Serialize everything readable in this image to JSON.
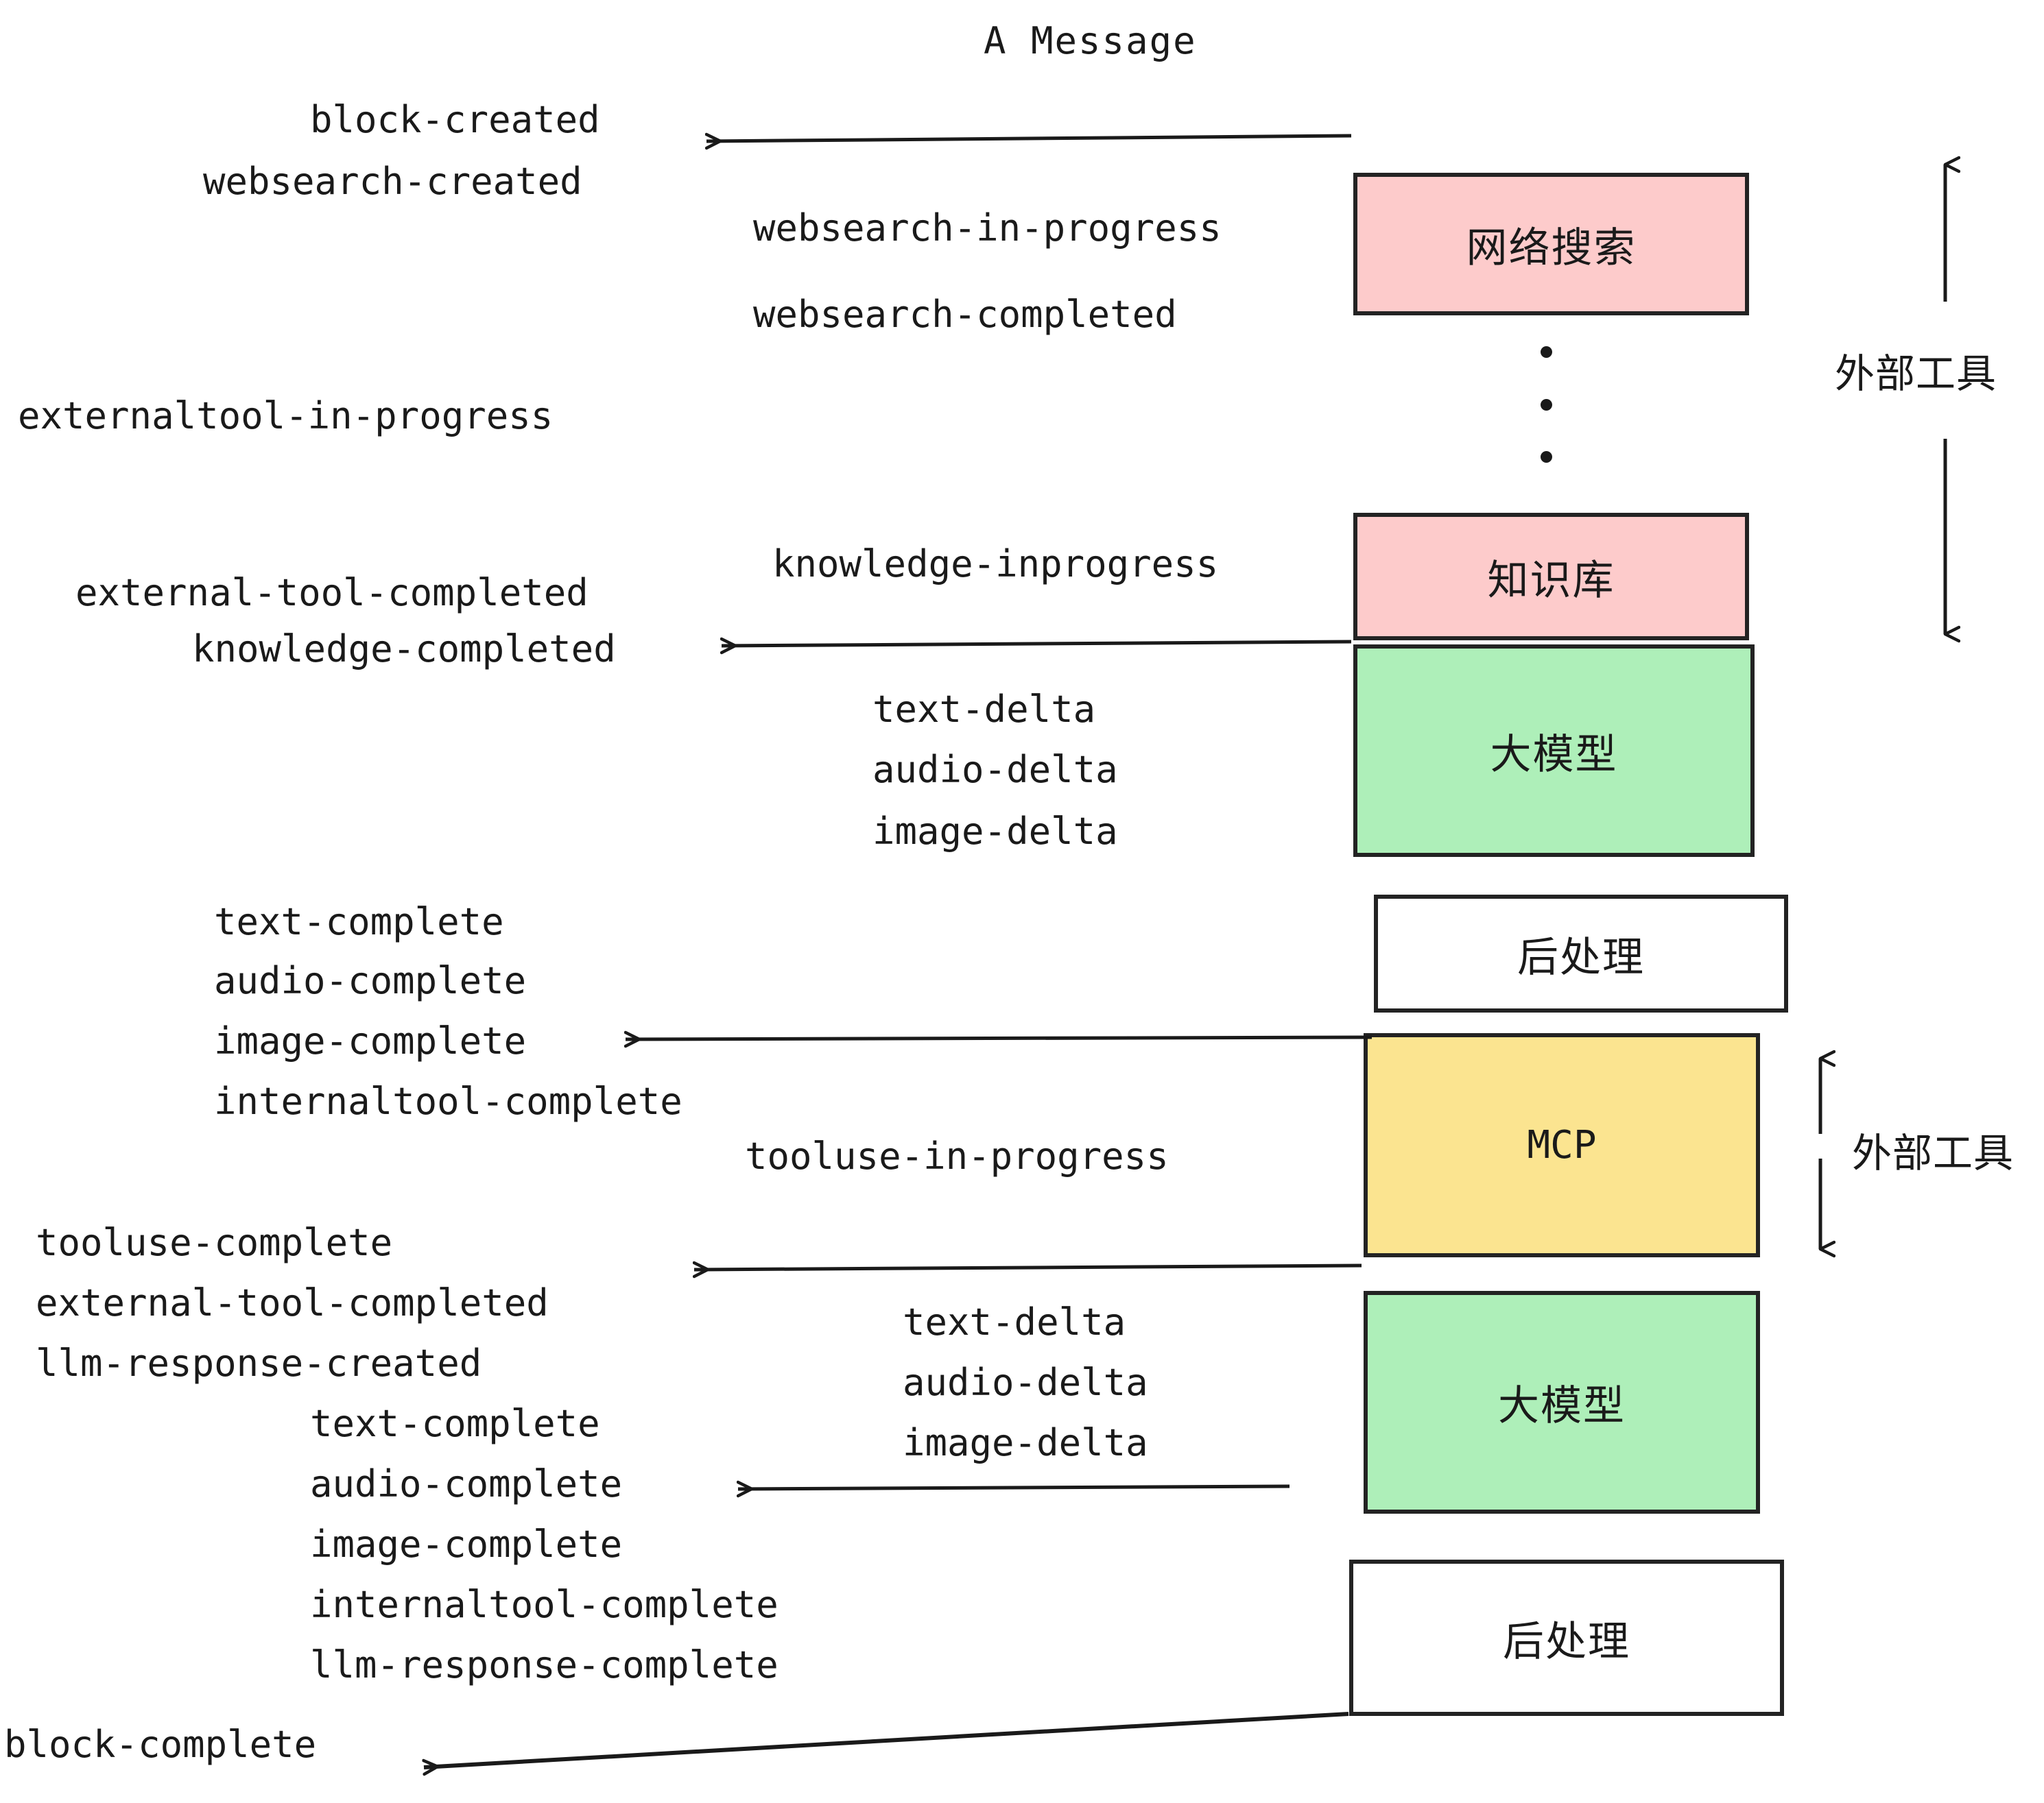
{
  "diagram": {
    "title": "A Message",
    "colors": {
      "pink": "#FDCBCB",
      "green": "#AEEFB9",
      "yellow": "#FBE490",
      "white": "#FFFFFF",
      "stroke": "#232323",
      "text": "#1A1A1A"
    },
    "nodes": [
      {
        "id": "websearch",
        "label": "网络搜索",
        "fill": "#FDCBCB"
      },
      {
        "id": "knowledge",
        "label": "知识库",
        "fill": "#FDCBCB"
      },
      {
        "id": "llm-1",
        "label": "大模型",
        "fill": "#AEEFB9"
      },
      {
        "id": "postprocess-1",
        "label": "后处理",
        "fill": "#FFFFFF"
      },
      {
        "id": "mcp",
        "label": "MCP",
        "fill": "#FBE490"
      },
      {
        "id": "llm-2",
        "label": "大模型",
        "fill": "#AEEFB9"
      },
      {
        "id": "postprocess-2",
        "label": "后处理",
        "fill": "#FFFFFF"
      }
    ],
    "side_labels": [
      {
        "id": "external-tools-top",
        "text": "外部工具"
      },
      {
        "id": "external-tools-bottom",
        "text": "外部工具"
      }
    ],
    "events": [
      {
        "id": "block-created",
        "text": "block-created"
      },
      {
        "id": "websearch-created",
        "text": "websearch-created"
      },
      {
        "id": "websearch-in-progress",
        "text": "websearch-in-progress"
      },
      {
        "id": "websearch-completed",
        "text": "websearch-completed"
      },
      {
        "id": "externaltool-in-progress",
        "text": "externaltool-in-progress"
      },
      {
        "id": "knowledge-inprogress",
        "text": "knowledge-inprogress"
      },
      {
        "id": "external-tool-completed-1",
        "text": "external-tool-completed"
      },
      {
        "id": "knowledge-completed",
        "text": "knowledge-completed"
      },
      {
        "id": "text-delta-1",
        "text": "text-delta"
      },
      {
        "id": "audio-delta-1",
        "text": "audio-delta"
      },
      {
        "id": "image-delta-1",
        "text": "image-delta"
      },
      {
        "id": "text-complete-1",
        "text": "text-complete"
      },
      {
        "id": "audio-complete-1",
        "text": "audio-complete"
      },
      {
        "id": "image-complete-1",
        "text": "image-complete"
      },
      {
        "id": "internaltool-complete-1",
        "text": "internaltool-complete"
      },
      {
        "id": "tooluse-in-progress",
        "text": "tooluse-in-progress"
      },
      {
        "id": "tooluse-complete",
        "text": "tooluse-complete"
      },
      {
        "id": "external-tool-completed-2",
        "text": "external-tool-completed"
      },
      {
        "id": "llm-response-created",
        "text": "llm-response-created"
      },
      {
        "id": "text-delta-2",
        "text": "text-delta"
      },
      {
        "id": "audio-delta-2",
        "text": "audio-delta"
      },
      {
        "id": "image-delta-2",
        "text": "image-delta"
      },
      {
        "id": "text-complete-2",
        "text": "text-complete"
      },
      {
        "id": "audio-complete-2",
        "text": "audio-complete"
      },
      {
        "id": "image-complete-2",
        "text": "image-complete"
      },
      {
        "id": "internaltool-complete-2",
        "text": "internaltool-complete"
      },
      {
        "id": "llm-response-complete",
        "text": "llm-response-complete"
      },
      {
        "id": "block-complete",
        "text": "block-complete"
      }
    ]
  }
}
